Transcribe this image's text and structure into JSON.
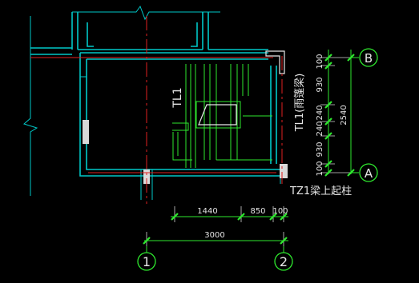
{
  "labels": {
    "tl1_vertical": "TL1",
    "tl1_rain": "TL1(雨篷梁)",
    "tz1_note": "TZ1梁上起柱"
  },
  "axes": {
    "grid_1": "1",
    "grid_2": "2",
    "grid_A": "A",
    "grid_B": "B"
  },
  "dimensions": {
    "horizontal": [
      "1440",
      "850",
      "100"
    ],
    "horizontal_total": "3000",
    "vertical": [
      "100",
      "930",
      "240",
      "240",
      "930",
      "100"
    ],
    "vertical_total": "2540"
  },
  "colors": {
    "background": "#000000",
    "walls": "#00c8c8",
    "axis_lines": "#e02020",
    "dimension_lines": "#2ee82e",
    "text": "#e6e6e6"
  }
}
